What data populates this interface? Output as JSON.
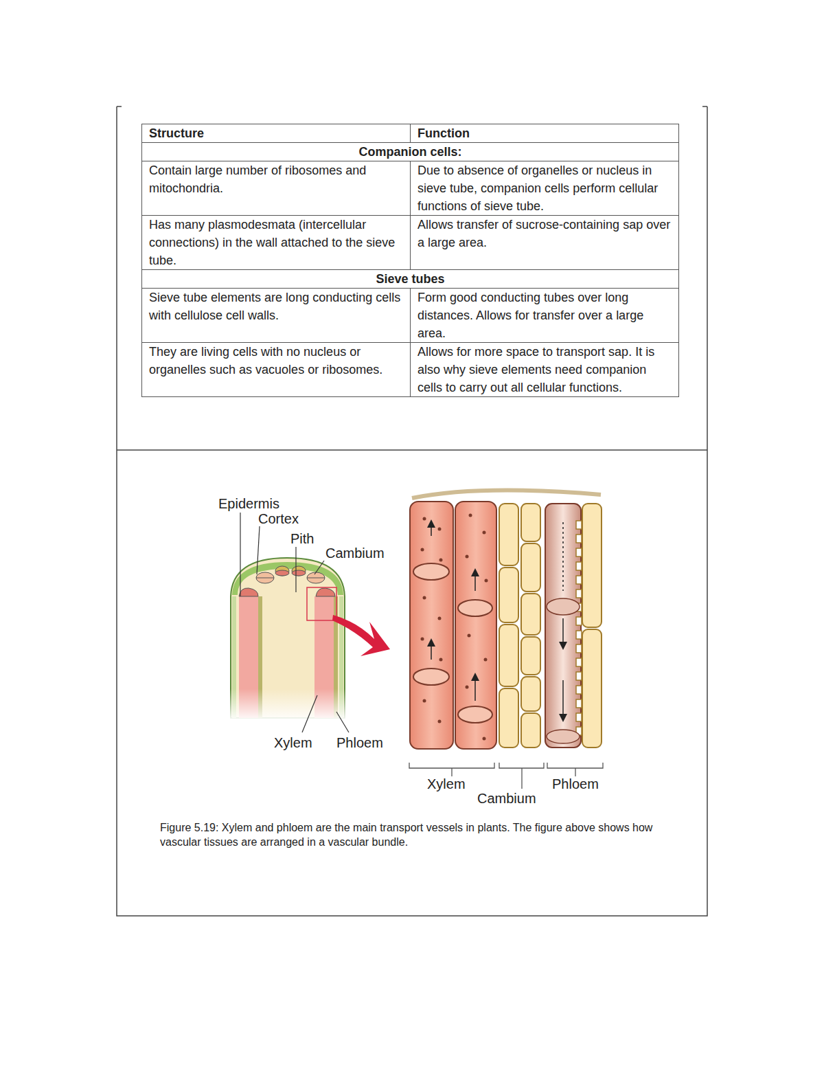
{
  "diagram": {
    "caption": "Figure 5.19: Xylem and phloem are the main transport vessels in plants. The figure above shows how vascular tissues are arranged in a vascular bundle.",
    "labels": [
      "Structure",
      "Function",
      "Companion cells:",
      "Contain large number of ribosomes and mitochondria.",
      "Due to absence of organelles or nucleus in sieve tube, companion cells perform cellular functions of sieve tube.",
      "Has many plasmodesmata (intercellular connections) in the wall attached to the sieve tube.",
      "Allows transfer of sucrose-containing sap over a large area.",
      "Sieve tubes",
      "Sieve tube elements are long conducting cells with cellulose cell walls.",
      "Form good conducting tubes over long distances. Allows for transfer over a large area.",
      "They are living cells with no nucleus or organelles such as vacuoles or ribosomes.",
      "Allows for more space to transport sap. It is also why sieve elements need companion cells to carry out all cellular functions.",
      "Epidermis",
      "Cortex",
      "Pith",
      "Cambium",
      "Xylem",
      "Phloem",
      "Xylem",
      "Cambium",
      "Phloem"
    ]
  }
}
